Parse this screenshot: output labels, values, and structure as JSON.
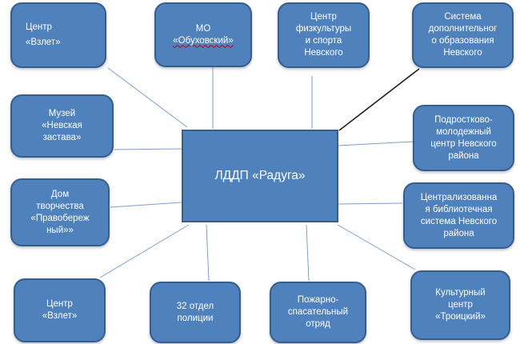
{
  "diagram": {
    "center": {
      "label": "ЛДДП «Радуга»"
    },
    "nodes": {
      "vzlet_top": {
        "lines": [
          "Центр",
          "«Взлет»"
        ]
      },
      "mo_obukhovsky": {
        "lines": [
          "МО",
          "«Обуховский»"
        ]
      },
      "fizkultura": {
        "lines": [
          "Центр",
          "физкультуры",
          "и спорта",
          "Невского"
        ]
      },
      "sistema_obrazovaniya": {
        "lines": [
          "Система",
          "дополнительног",
          "о образования",
          "Невского"
        ]
      },
      "muzey": {
        "lines": [
          "Музей",
          "«Невская",
          "застава»"
        ]
      },
      "podrostkovo": {
        "lines": [
          "Подростково-",
          "молодежный",
          "центр Невского",
          "района"
        ]
      },
      "dom_tvorchestva": {
        "lines": [
          "Дом",
          "творчества",
          "«Правобереж",
          "ный»»"
        ]
      },
      "biblioteka": {
        "lines": [
          "Централизованна",
          "я библиотечная",
          "система Невского",
          "района"
        ]
      },
      "vzlet_bottom": {
        "lines": [
          "Центр",
          "«Взлет»"
        ]
      },
      "policiya": {
        "lines": [
          "32 отдел",
          "полиции"
        ]
      },
      "pozharny": {
        "lines": [
          "Пожарно-",
          "спасательный",
          "отряд"
        ]
      },
      "kulturny": {
        "lines": [
          "Культурный",
          "центр",
          "«Троицкий»"
        ]
      }
    },
    "colors": {
      "node_fill": "#4f81bd",
      "node_border": "#385d8a",
      "connector": "#7e9fc9",
      "connector_highlight": "#1f1f1f",
      "text": "#ffffff",
      "spellcheck_underline": "#c00000",
      "background": "#ffffff"
    }
  }
}
